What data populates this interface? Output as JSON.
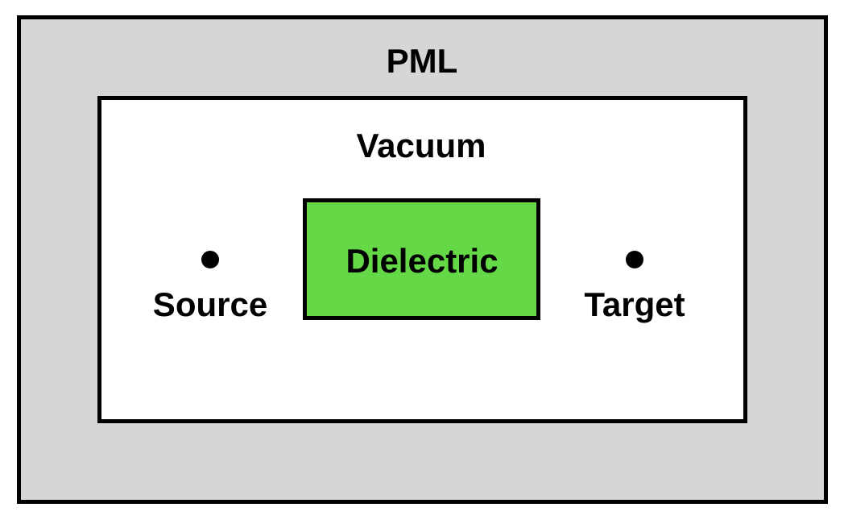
{
  "regions": {
    "pml": {
      "label": "PML",
      "fill": "#d6d6d6"
    },
    "vacuum": {
      "label": "Vacuum",
      "fill": "#ffffff"
    },
    "dielectric": {
      "label": "Dielectric",
      "fill": "#64d846"
    }
  },
  "points": {
    "source": {
      "label": "Source"
    },
    "target": {
      "label": "Target"
    }
  },
  "colors": {
    "border": "#000000",
    "text": "#000000"
  }
}
